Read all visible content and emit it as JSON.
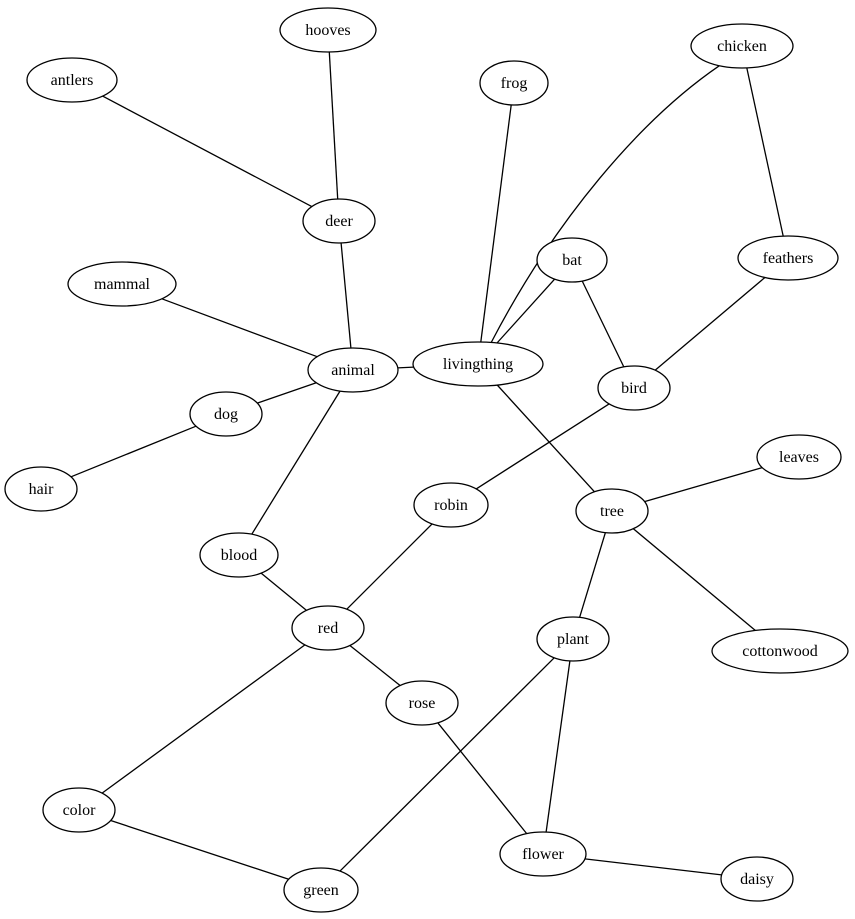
{
  "graph": {
    "nodes": [
      {
        "id": "hooves",
        "label": "hooves"
      },
      {
        "id": "antlers",
        "label": "antlers"
      },
      {
        "id": "frog",
        "label": "frog"
      },
      {
        "id": "chicken",
        "label": "chicken"
      },
      {
        "id": "deer",
        "label": "deer"
      },
      {
        "id": "bat",
        "label": "bat"
      },
      {
        "id": "feathers",
        "label": "feathers"
      },
      {
        "id": "mammal",
        "label": "mammal"
      },
      {
        "id": "animal",
        "label": "animal"
      },
      {
        "id": "livingthing",
        "label": "livingthing"
      },
      {
        "id": "bird",
        "label": "bird"
      },
      {
        "id": "dog",
        "label": "dog"
      },
      {
        "id": "leaves",
        "label": "leaves"
      },
      {
        "id": "hair",
        "label": "hair"
      },
      {
        "id": "robin",
        "label": "robin"
      },
      {
        "id": "tree",
        "label": "tree"
      },
      {
        "id": "blood",
        "label": "blood"
      },
      {
        "id": "red",
        "label": "red"
      },
      {
        "id": "plant",
        "label": "plant"
      },
      {
        "id": "cottonwood",
        "label": "cottonwood"
      },
      {
        "id": "rose",
        "label": "rose"
      },
      {
        "id": "color",
        "label": "color"
      },
      {
        "id": "flower",
        "label": "flower"
      },
      {
        "id": "daisy",
        "label": "daisy"
      },
      {
        "id": "green",
        "label": "green"
      }
    ],
    "edges": [
      [
        "hooves",
        "deer"
      ],
      [
        "antlers",
        "deer"
      ],
      [
        "deer",
        "animal"
      ],
      [
        "mammal",
        "animal"
      ],
      [
        "animal",
        "livingthing"
      ],
      [
        "animal",
        "dog"
      ],
      [
        "animal",
        "blood"
      ],
      [
        "dog",
        "hair"
      ],
      [
        "frog",
        "livingthing"
      ],
      [
        "chicken",
        "livingthing"
      ],
      [
        "chicken",
        "feathers"
      ],
      [
        "bat",
        "livingthing"
      ],
      [
        "bat",
        "bird"
      ],
      [
        "feathers",
        "bird"
      ],
      [
        "livingthing",
        "tree"
      ],
      [
        "bird",
        "robin"
      ],
      [
        "robin",
        "red"
      ],
      [
        "blood",
        "red"
      ],
      [
        "red",
        "rose"
      ],
      [
        "red",
        "color"
      ],
      [
        "tree",
        "leaves"
      ],
      [
        "tree",
        "cottonwood"
      ],
      [
        "tree",
        "plant"
      ],
      [
        "plant",
        "flower"
      ],
      [
        "plant",
        "green"
      ],
      [
        "rose",
        "flower"
      ],
      [
        "color",
        "green"
      ],
      [
        "flower",
        "daisy"
      ]
    ]
  }
}
